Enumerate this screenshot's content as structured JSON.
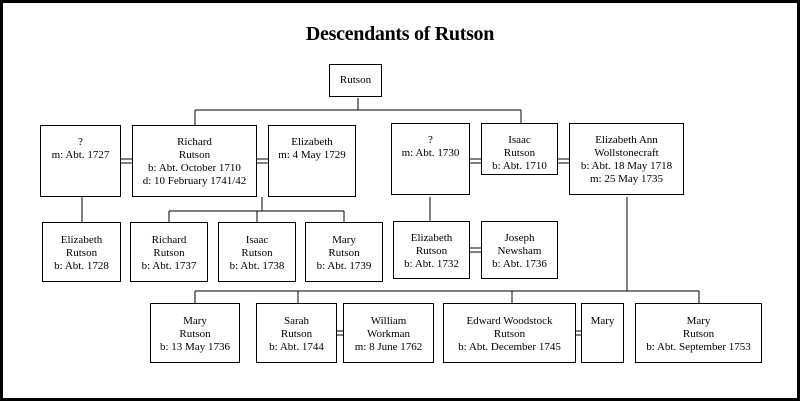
{
  "title": "Descendants of Rutson",
  "people": {
    "rutson": [
      "Rutson"
    ],
    "spouse_q1": [
      "?",
      "m: Abt. 1727"
    ],
    "richard_sr": [
      "Richard",
      "Rutson",
      "b: Abt. October 1710",
      "d: 10 February 1741/42"
    ],
    "elizabeth_w1": [
      "Elizabeth",
      "m: 4 May 1729"
    ],
    "spouse_q2": [
      "?",
      "m: Abt. 1730"
    ],
    "isaac_sr": [
      "Isaac",
      "Rutson",
      "b: Abt. 1710"
    ],
    "elizabeth_ann": [
      "Elizabeth Ann",
      "Wollstonecraft",
      "b: Abt. 18 May 1718",
      "m: 25 May 1735"
    ],
    "elizabeth_1728": [
      "Elizabeth",
      "Rutson",
      "b: Abt. 1728"
    ],
    "richard_1737": [
      "Richard",
      "Rutson",
      "b: Abt. 1737"
    ],
    "isaac_1738": [
      "Isaac",
      "Rutson",
      "b: Abt. 1738"
    ],
    "mary_1739": [
      "Mary",
      "Rutson",
      "b: Abt. 1739"
    ],
    "elizabeth_1732": [
      "Elizabeth",
      "Rutson",
      "b: Abt. 1732"
    ],
    "joseph_newsham": [
      "Joseph",
      "Newsham",
      "b: Abt. 1736"
    ],
    "mary_1736": [
      "Mary",
      "Rutson",
      "b: 13 May 1736"
    ],
    "sarah_1744": [
      "Sarah",
      "Rutson",
      "b: Abt. 1744"
    ],
    "william_workman": [
      "William",
      "Workman",
      "m: 8 June 1762"
    ],
    "edward_woodstock": [
      "Edward Woodstock",
      "Rutson",
      "b: Abt. December 1745"
    ],
    "mary_spouse": [
      "Mary"
    ],
    "mary_1753": [
      "Mary",
      "Rutson",
      "b: Abt. September 1753"
    ]
  }
}
